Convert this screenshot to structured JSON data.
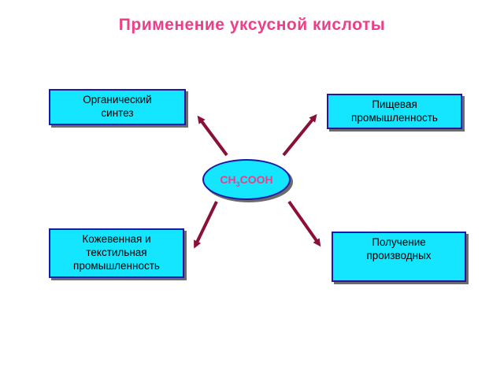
{
  "title": "Применение уксусной кислоты",
  "center": {
    "formula_parts": [
      "CH",
      "3",
      "COOH"
    ]
  },
  "nodes": {
    "top_left": {
      "lines": [
        "Органический",
        "синтез"
      ]
    },
    "top_right": {
      "lines": [
        "Пищевая",
        "промышленность"
      ]
    },
    "bottom_left": {
      "lines": [
        "Кожевенная и",
        "текстильная",
        "промышленность"
      ]
    },
    "bottom_right": {
      "lines": [
        "Получение",
        "производных"
      ]
    }
  },
  "colors": {
    "title": "#ec3f88",
    "box_fill": "#14e6ff",
    "box_border": "#1a1aa6",
    "arrow": "#8b1035",
    "center_text": "#ec3f88"
  }
}
